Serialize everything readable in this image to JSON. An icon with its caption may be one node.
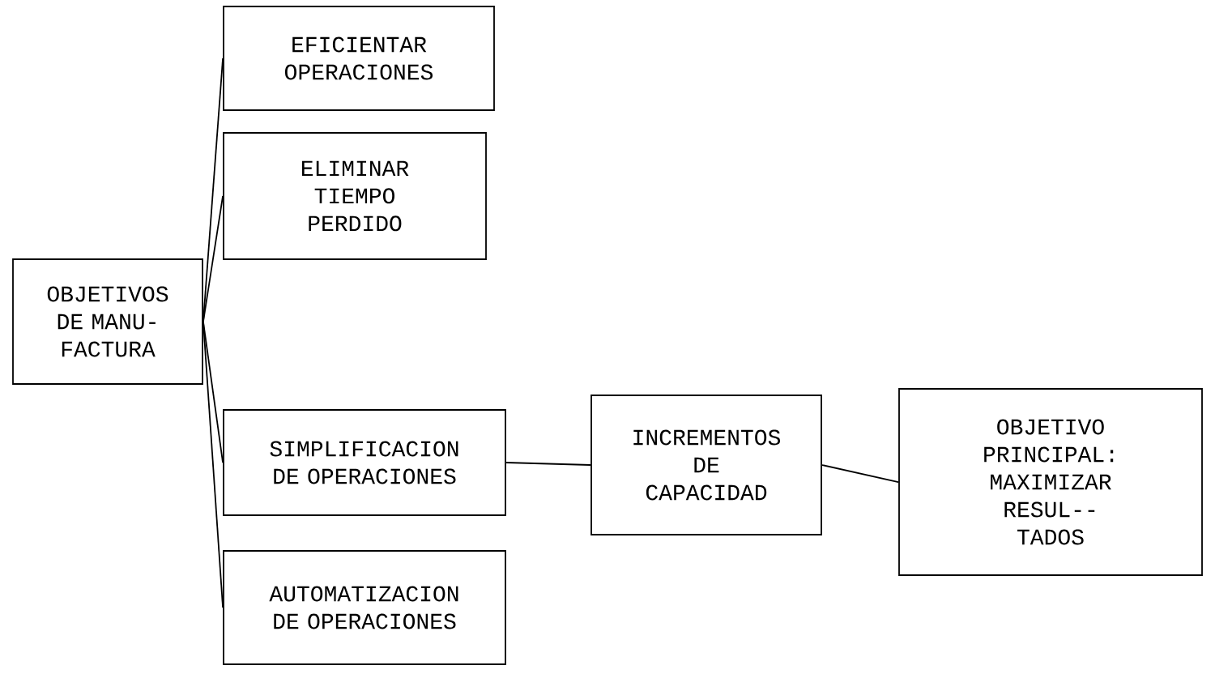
{
  "diagram": {
    "nodes": [
      {
        "text": [
          "OBJETIVOS DE MANU- FACTURA"
        ]
      },
      {
        "text": [
          "EFICIENTAR OPERACIONES"
        ]
      },
      {
        "text": [
          "ELIMINAR TIEMPO PERDIDO"
        ]
      },
      {
        "text": [
          "SIMPLIFICACION DE OPERACIONES"
        ]
      },
      {
        "text": [
          "INCREMENTOS DE CAPACIDAD"
        ]
      },
      {
        "text": [
          "OBJETIVO PRINCIPAL: MAXIMIZAR RESUL-- TADOS"
        ]
      },
      {
        "text": [
          "AUTOMATIZACION DE OPERACIONES"
        ]
      }
    ],
    "edges": [
      {
        "from": 0,
        "to": 1,
        "arrow": "none"
      },
      {
        "from": 0,
        "to": 2,
        "arrow": "none"
      },
      {
        "from": 0,
        "to": 3,
        "arrow": "none"
      },
      {
        "from": 0,
        "to": 6,
        "arrow": "none"
      },
      {
        "from": 3,
        "to": 4,
        "arrow": "none"
      },
      {
        "from": 4,
        "to": 5,
        "arrow": "none"
      }
    ]
  }
}
